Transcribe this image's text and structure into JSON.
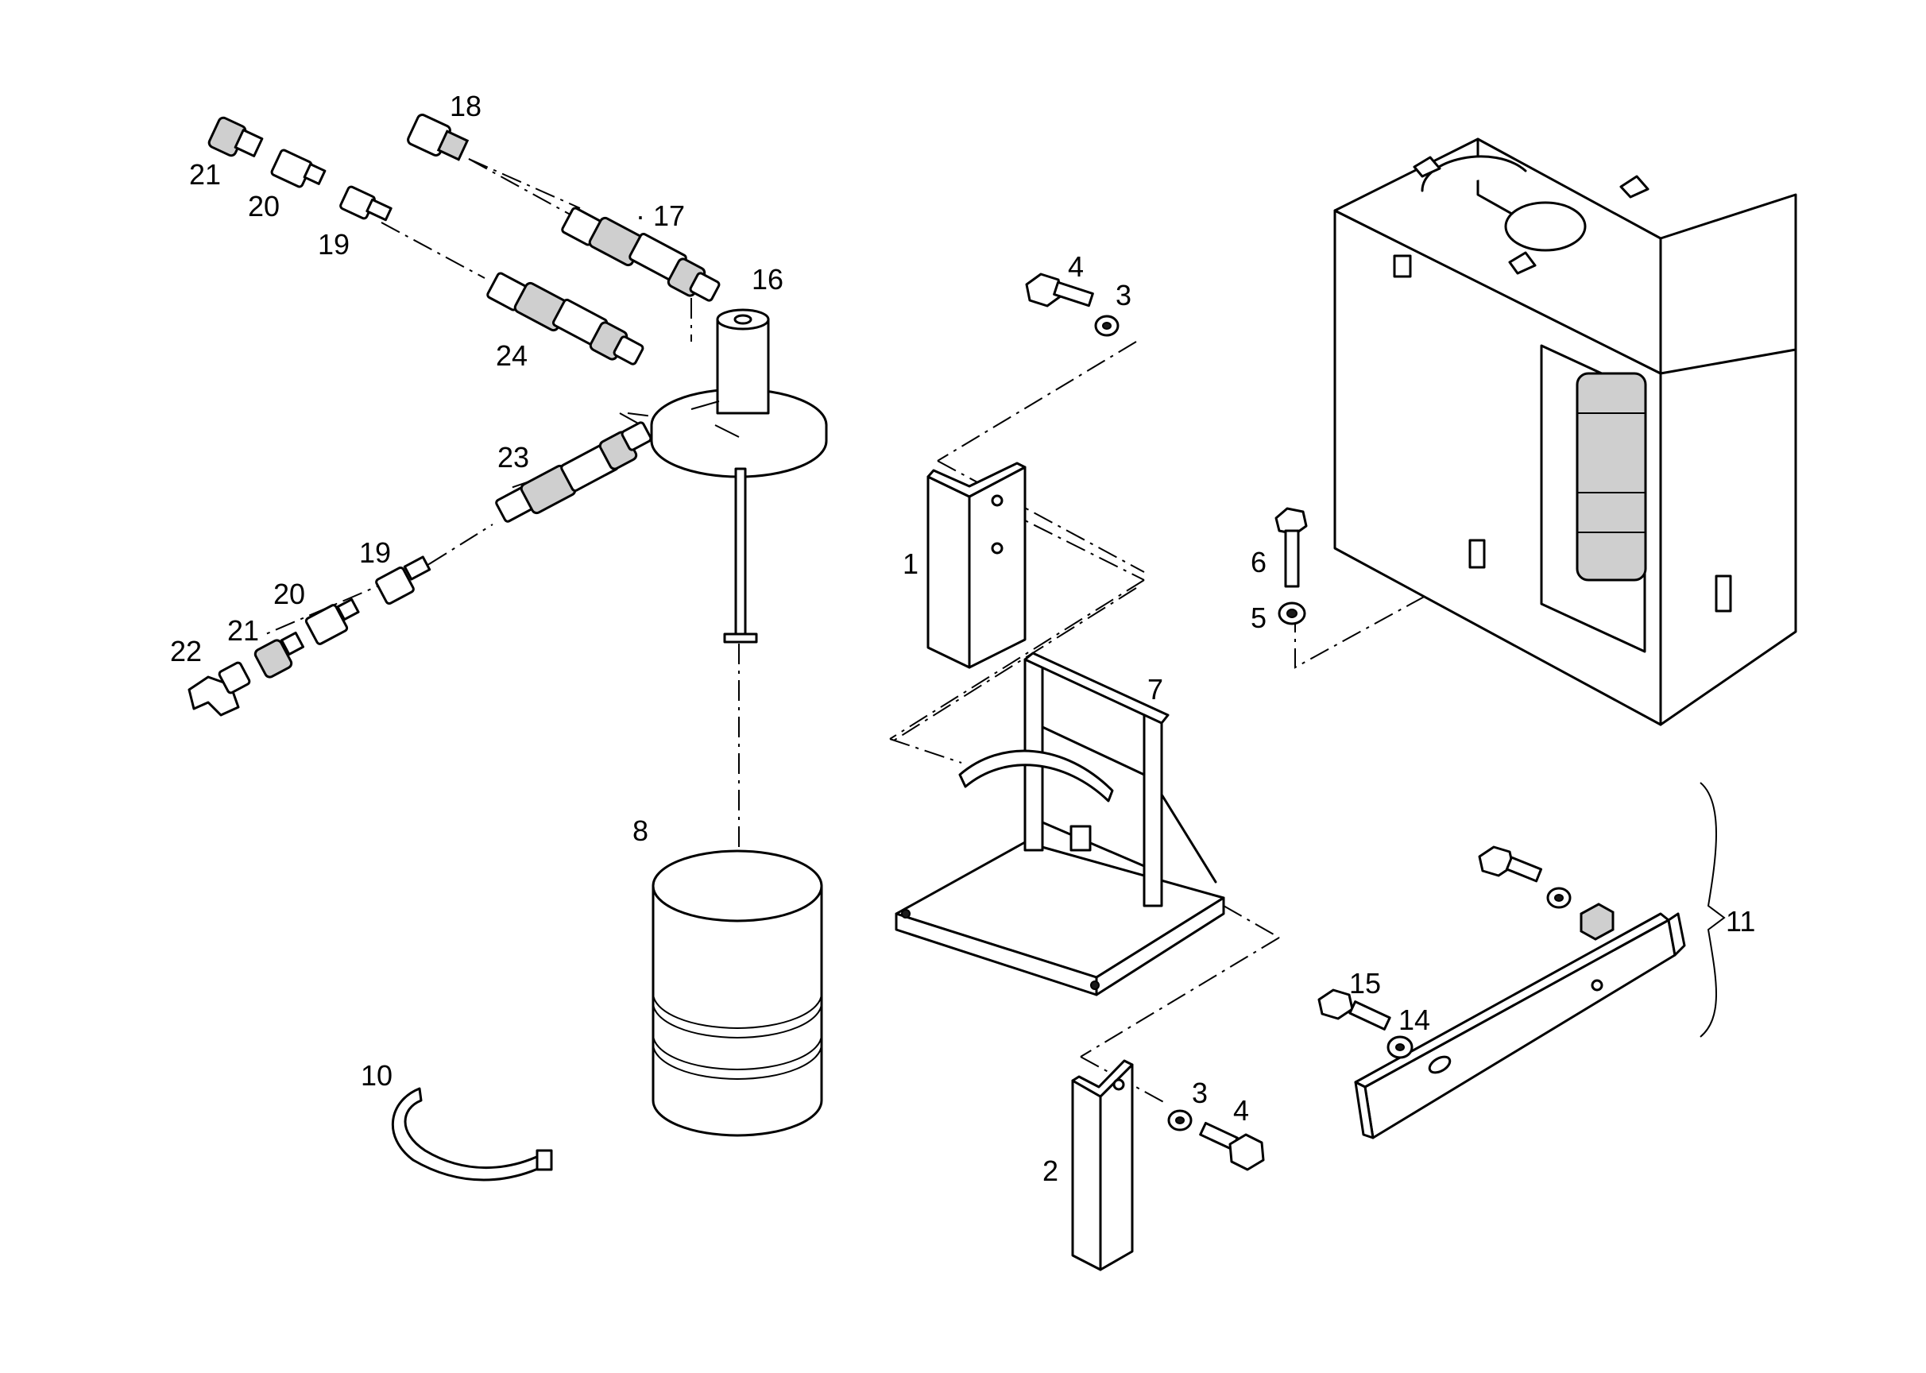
{
  "callouts": {
    "c1": "1",
    "c2": "2",
    "c3a": "3",
    "c3b": "3",
    "c4a": "4",
    "c4b": "4",
    "c5": "5",
    "c6": "6",
    "c7": "7",
    "c8": "8",
    "c10": "10",
    "c11": "11",
    "c14": "14",
    "c15": "15",
    "c16": "16",
    "c17": "· 17",
    "c18": "18",
    "c19a": "19",
    "c19b": "19",
    "c20a": "20",
    "c20b": "20",
    "c21a": "21",
    "c21b": "21",
    "c22": "22",
    "c23": "23",
    "c24": "24"
  }
}
